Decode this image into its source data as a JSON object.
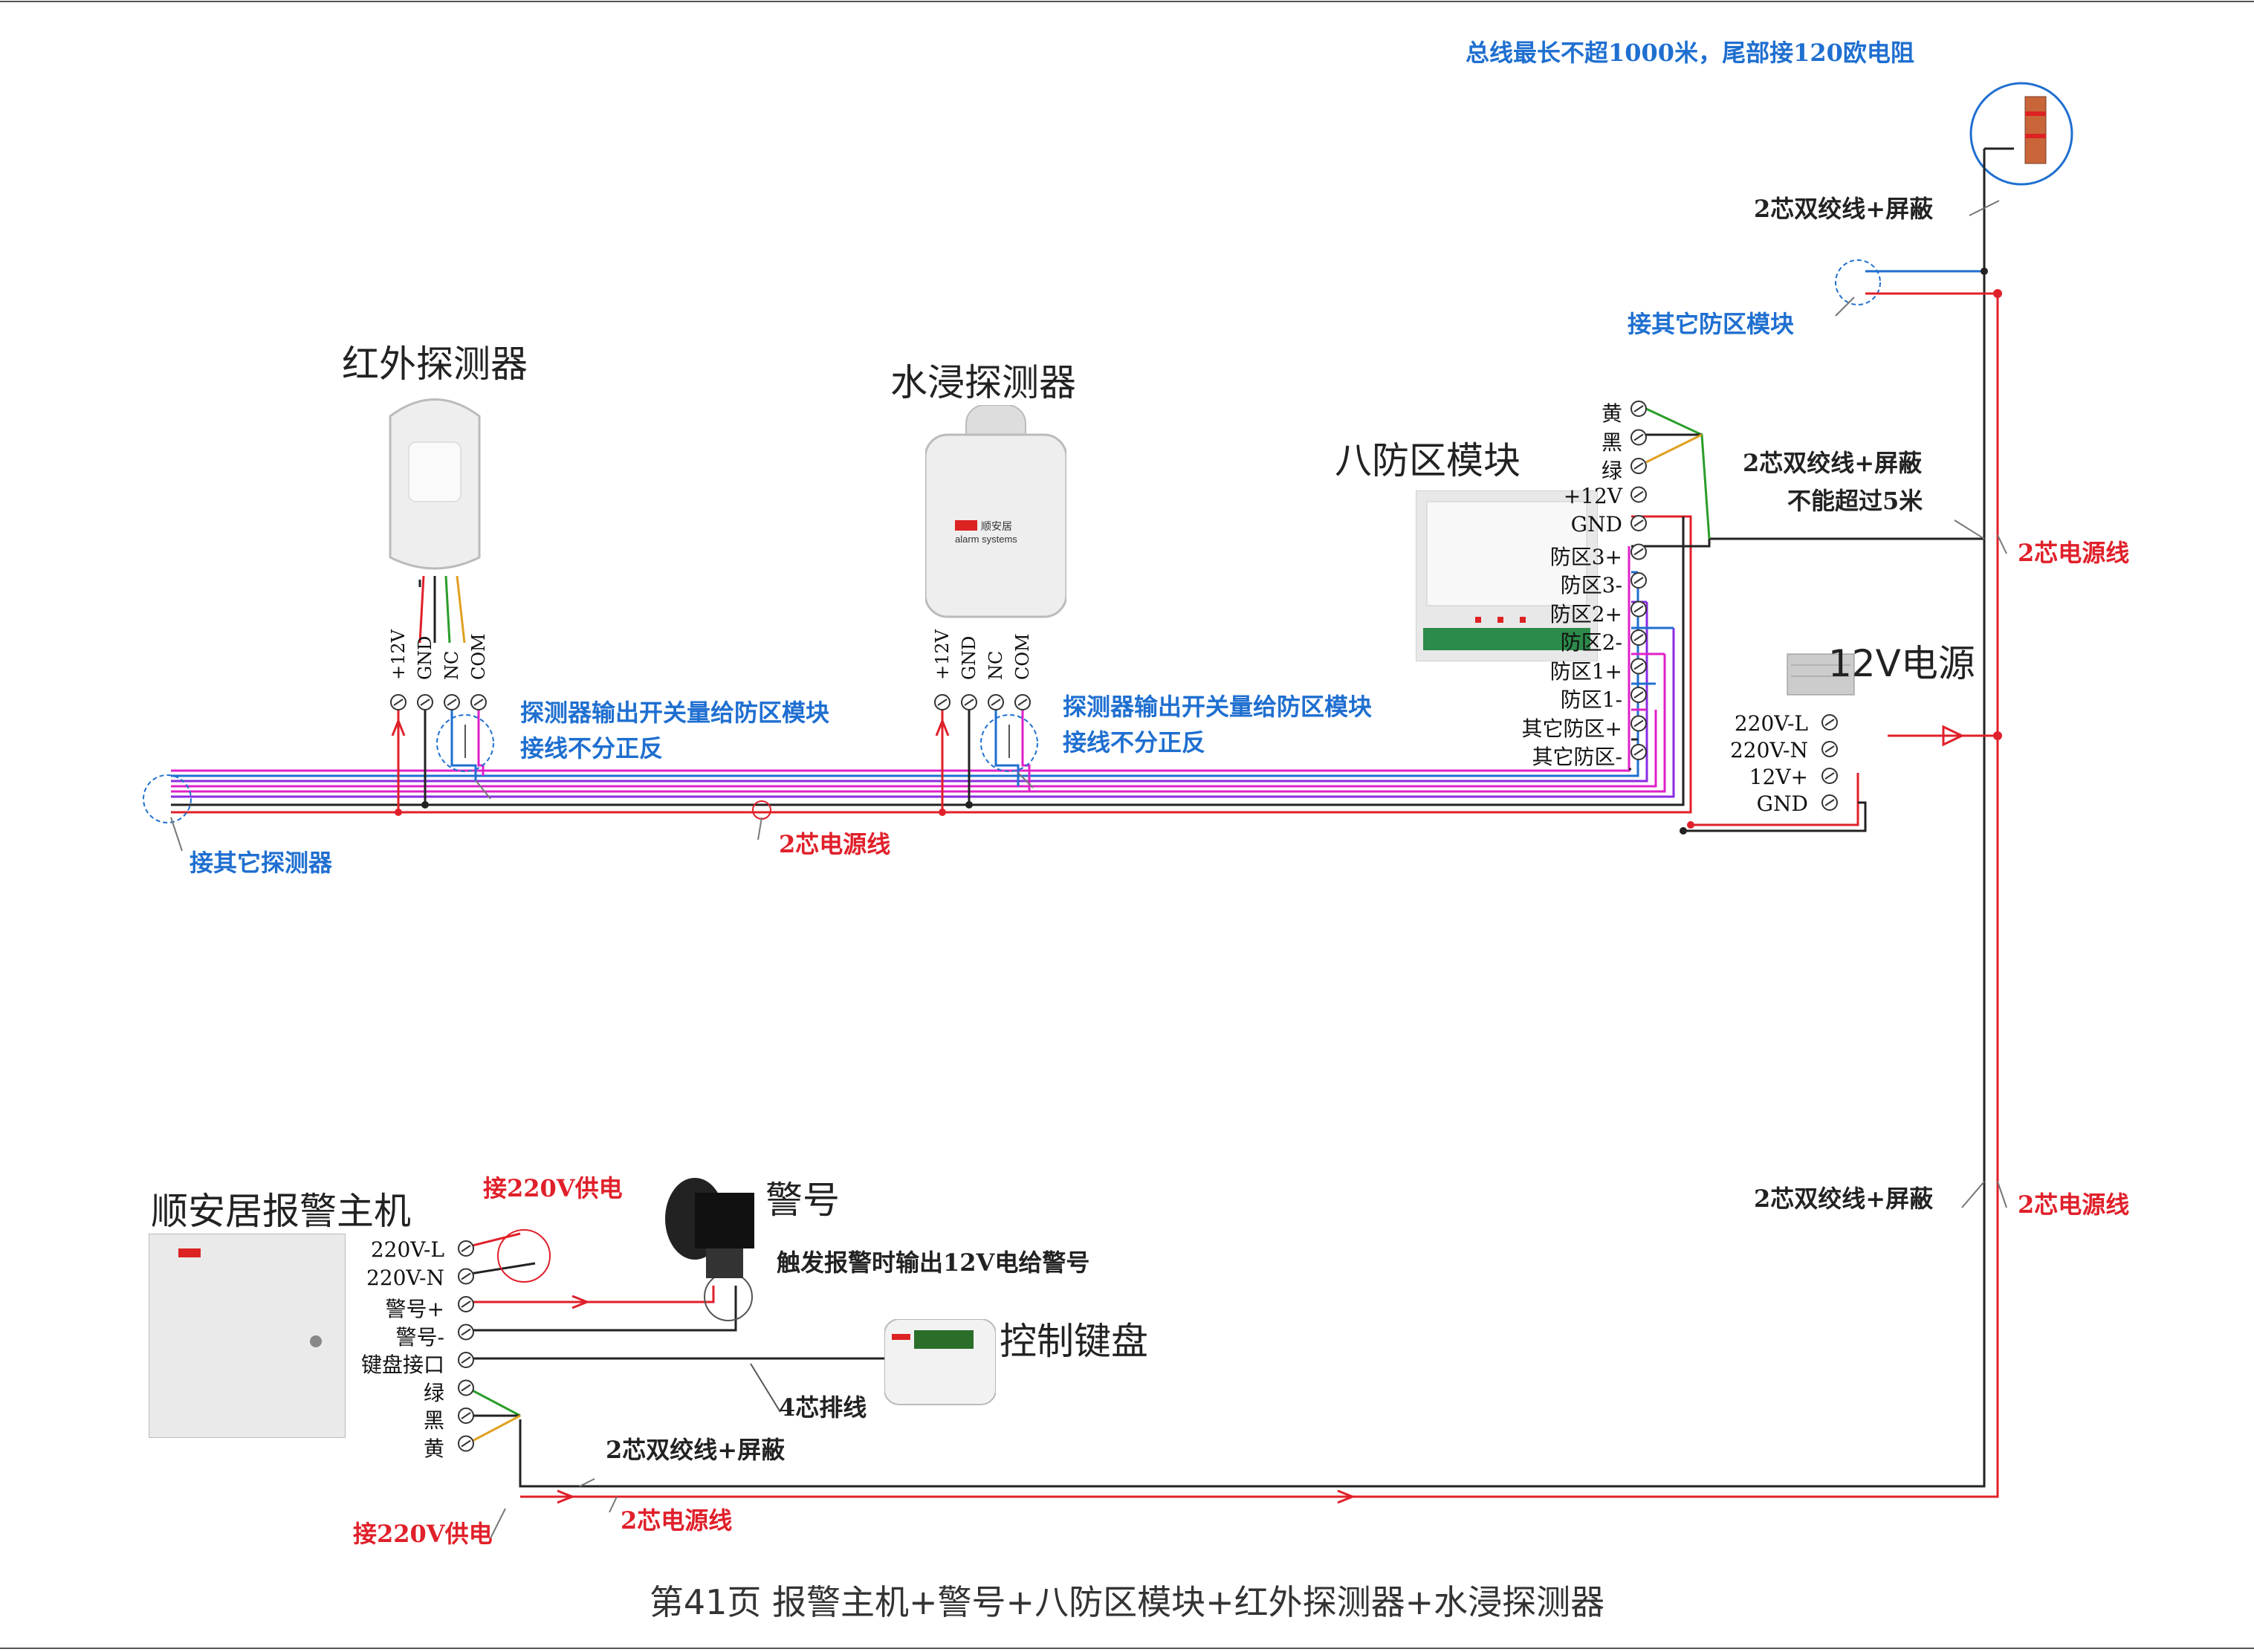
{
  "devices": {
    "infrared": "红外探测器",
    "water": "水浸探测器",
    "module": "八防区模块",
    "psu": "12V电源",
    "host": "顺安居报警主机",
    "siren": "警号",
    "keypad": "控制键盘"
  },
  "detector_terminals": [
    "+12V",
    "GND",
    "NC",
    "COM"
  ],
  "module_terminals": [
    "黄",
    "黑",
    "绿",
    "+12V",
    "GND",
    "防区3+",
    "防区3-",
    "防区2+",
    "防区2-",
    "防区1+",
    "防区1-",
    "其它防区+",
    "其它防区-"
  ],
  "psu_terminals": [
    "220V-L",
    "220V-N",
    "12V+",
    "GND"
  ],
  "host_terminals": [
    "220V-L",
    "220V-N",
    "警号+",
    "警号-",
    "键盘接口",
    "绿",
    "黑",
    "黄"
  ],
  "annotations": {
    "bus_limit": "总线最长不超1000米，尾部接120欧电阻",
    "twisted_pair": "2芯双绞线+屏蔽",
    "other_module": "接其它防区模块",
    "module_twisted": "2芯双绞线+屏蔽",
    "max_5m": "不能超过5米",
    "power_line": "2芯电源线",
    "detector_output": "探测器输出开关量给防区模块",
    "no_polarity": "接线不分正反",
    "other_detector": "接其它探测器",
    "power_220": "接220V供电",
    "siren_note": "触发报警时输出12V电给警号",
    "keypad_cable": "4芯排线"
  },
  "caption": "第41页  报警主机+警号+八防区模块+红外探测器+水浸探测器",
  "colors": {
    "red": "#e0202a",
    "blue": "#1f6fd0",
    "pink": "#e020c8",
    "purple": "#8a2be2",
    "black": "#222222"
  }
}
